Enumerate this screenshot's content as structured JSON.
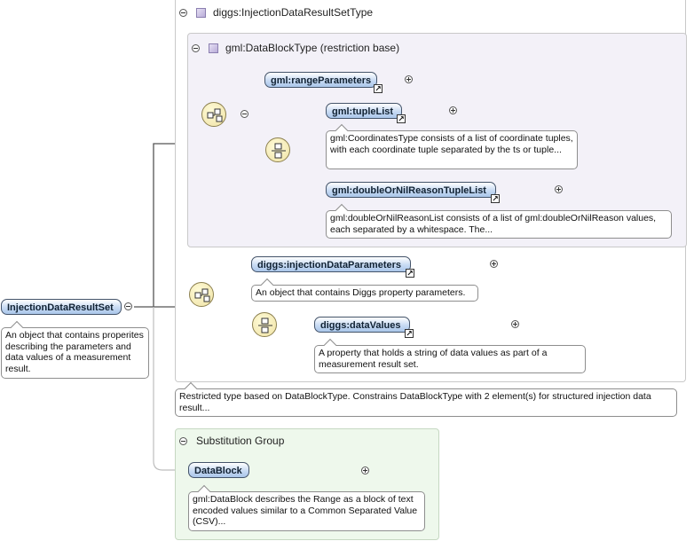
{
  "root_element": {
    "name": "InjectionDataResultSet",
    "annotation": "An object that contains properites describing the parameters and data values of a measurement result."
  },
  "outer_type": {
    "name": "diggs:InjectionDataResultSetType",
    "annotation": "Restricted type based on DataBlockType. Constrains DataBlockType with 2 element(s) for structured injection data result..."
  },
  "base_type": {
    "name": "gml:DataBlockType (restriction base)",
    "elements": {
      "range_parameters": {
        "name": "gml:rangeParameters"
      },
      "tuple_list": {
        "name": "gml:tupleList",
        "annotation": "gml:CoordinatesType consists of a list of coordinate tuples, with each coordinate tuple separated by the ts or tuple..."
      },
      "double_or_nil_list": {
        "name": "gml:doubleOrNilReasonTupleList",
        "annotation": "gml:doubleOrNilReasonList consists of a list of gml:doubleOrNilReason values, each separated by a whitespace. The..."
      }
    }
  },
  "local_elements": {
    "injection_params": {
      "name": "diggs:injectionDataParameters",
      "annotation": "An object that contains Diggs property parameters."
    },
    "data_values": {
      "name": "diggs:dataValues",
      "annotation": "A property that holds a string of data values as part of a measurement result set."
    }
  },
  "substitution_group": {
    "title": "Substitution Group",
    "element": {
      "name": "DataBlock",
      "annotation": "gml:DataBlock describes the Range as a block of text encoded values similar to a Common Separated Value (CSV)..."
    }
  },
  "icons": [
    "collapse-toggle-icon",
    "expand-toggle-icon",
    "complex-type-icon",
    "sequence-compositor-icon",
    "choice-compositor-icon",
    "reference-arrow-icon"
  ],
  "colors": {
    "element_fill": "#c8dbf3",
    "compositor_fill": "#efe2a4",
    "base_type_bg": "#f3f1f8",
    "substitution_bg": "#eef8ec"
  }
}
